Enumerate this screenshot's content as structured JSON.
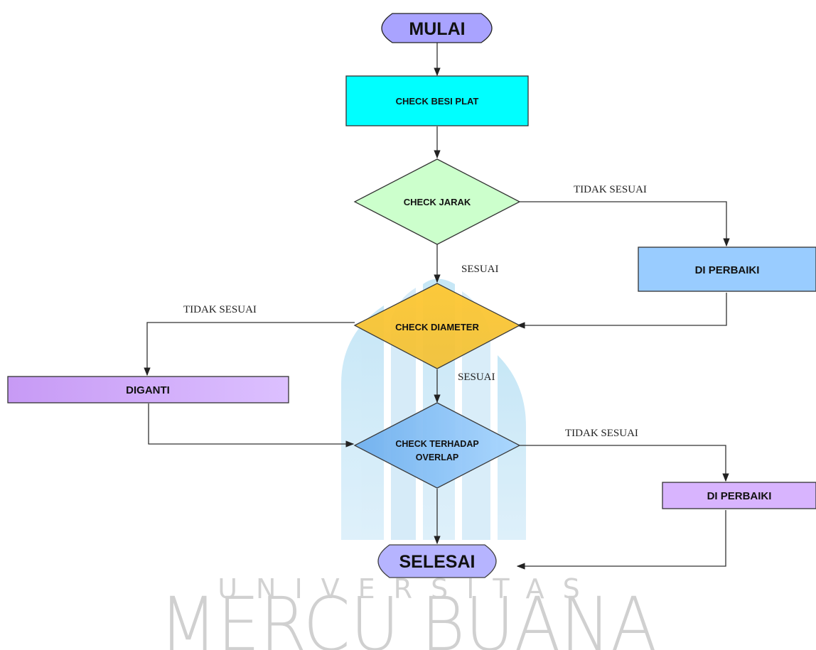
{
  "diagram": {
    "nodes": {
      "start": {
        "label": "MULAI",
        "fill": "#a9a3ff"
      },
      "check_besi_plat": {
        "label": "CHECK BESI PLAT",
        "fill": "#00ffff"
      },
      "check_jarak": {
        "label": "CHECK JARAK",
        "fill": "#ccffcc"
      },
      "perbaiki_1": {
        "label": "DI PERBAIKI",
        "fill": "#99ccff"
      },
      "check_diameter": {
        "label": "CHECK DIAMETER",
        "fill": "#ffcc33"
      },
      "diganti": {
        "label": "DIGANTI",
        "fill": "#c99bf2"
      },
      "check_overlap_line1": {
        "label": "CHECK TERHADAP",
        "fill": "#77b3ee"
      },
      "check_overlap_line2": {
        "label": "OVERLAP"
      },
      "perbaiki_2": {
        "label": "DI PERBAIKI",
        "fill": "#d8b4fe"
      },
      "end": {
        "label": "SELESAI",
        "fill": "#b3b0ff"
      }
    },
    "edge_labels": {
      "jarak_tidak_sesuai": "TIDAK SESUAI",
      "jarak_sesuai": "SESUAI",
      "diameter_tidak_sesuai": "TIDAK SESUAI",
      "diameter_sesuai": "SESUAI",
      "overlap_tidak_sesuai": "TIDAK SESUAI"
    }
  },
  "watermark": {
    "line1": "UNIVERSITAS",
    "line2": "MERCU BUANA",
    "logo": "mercu-buana-logo"
  }
}
